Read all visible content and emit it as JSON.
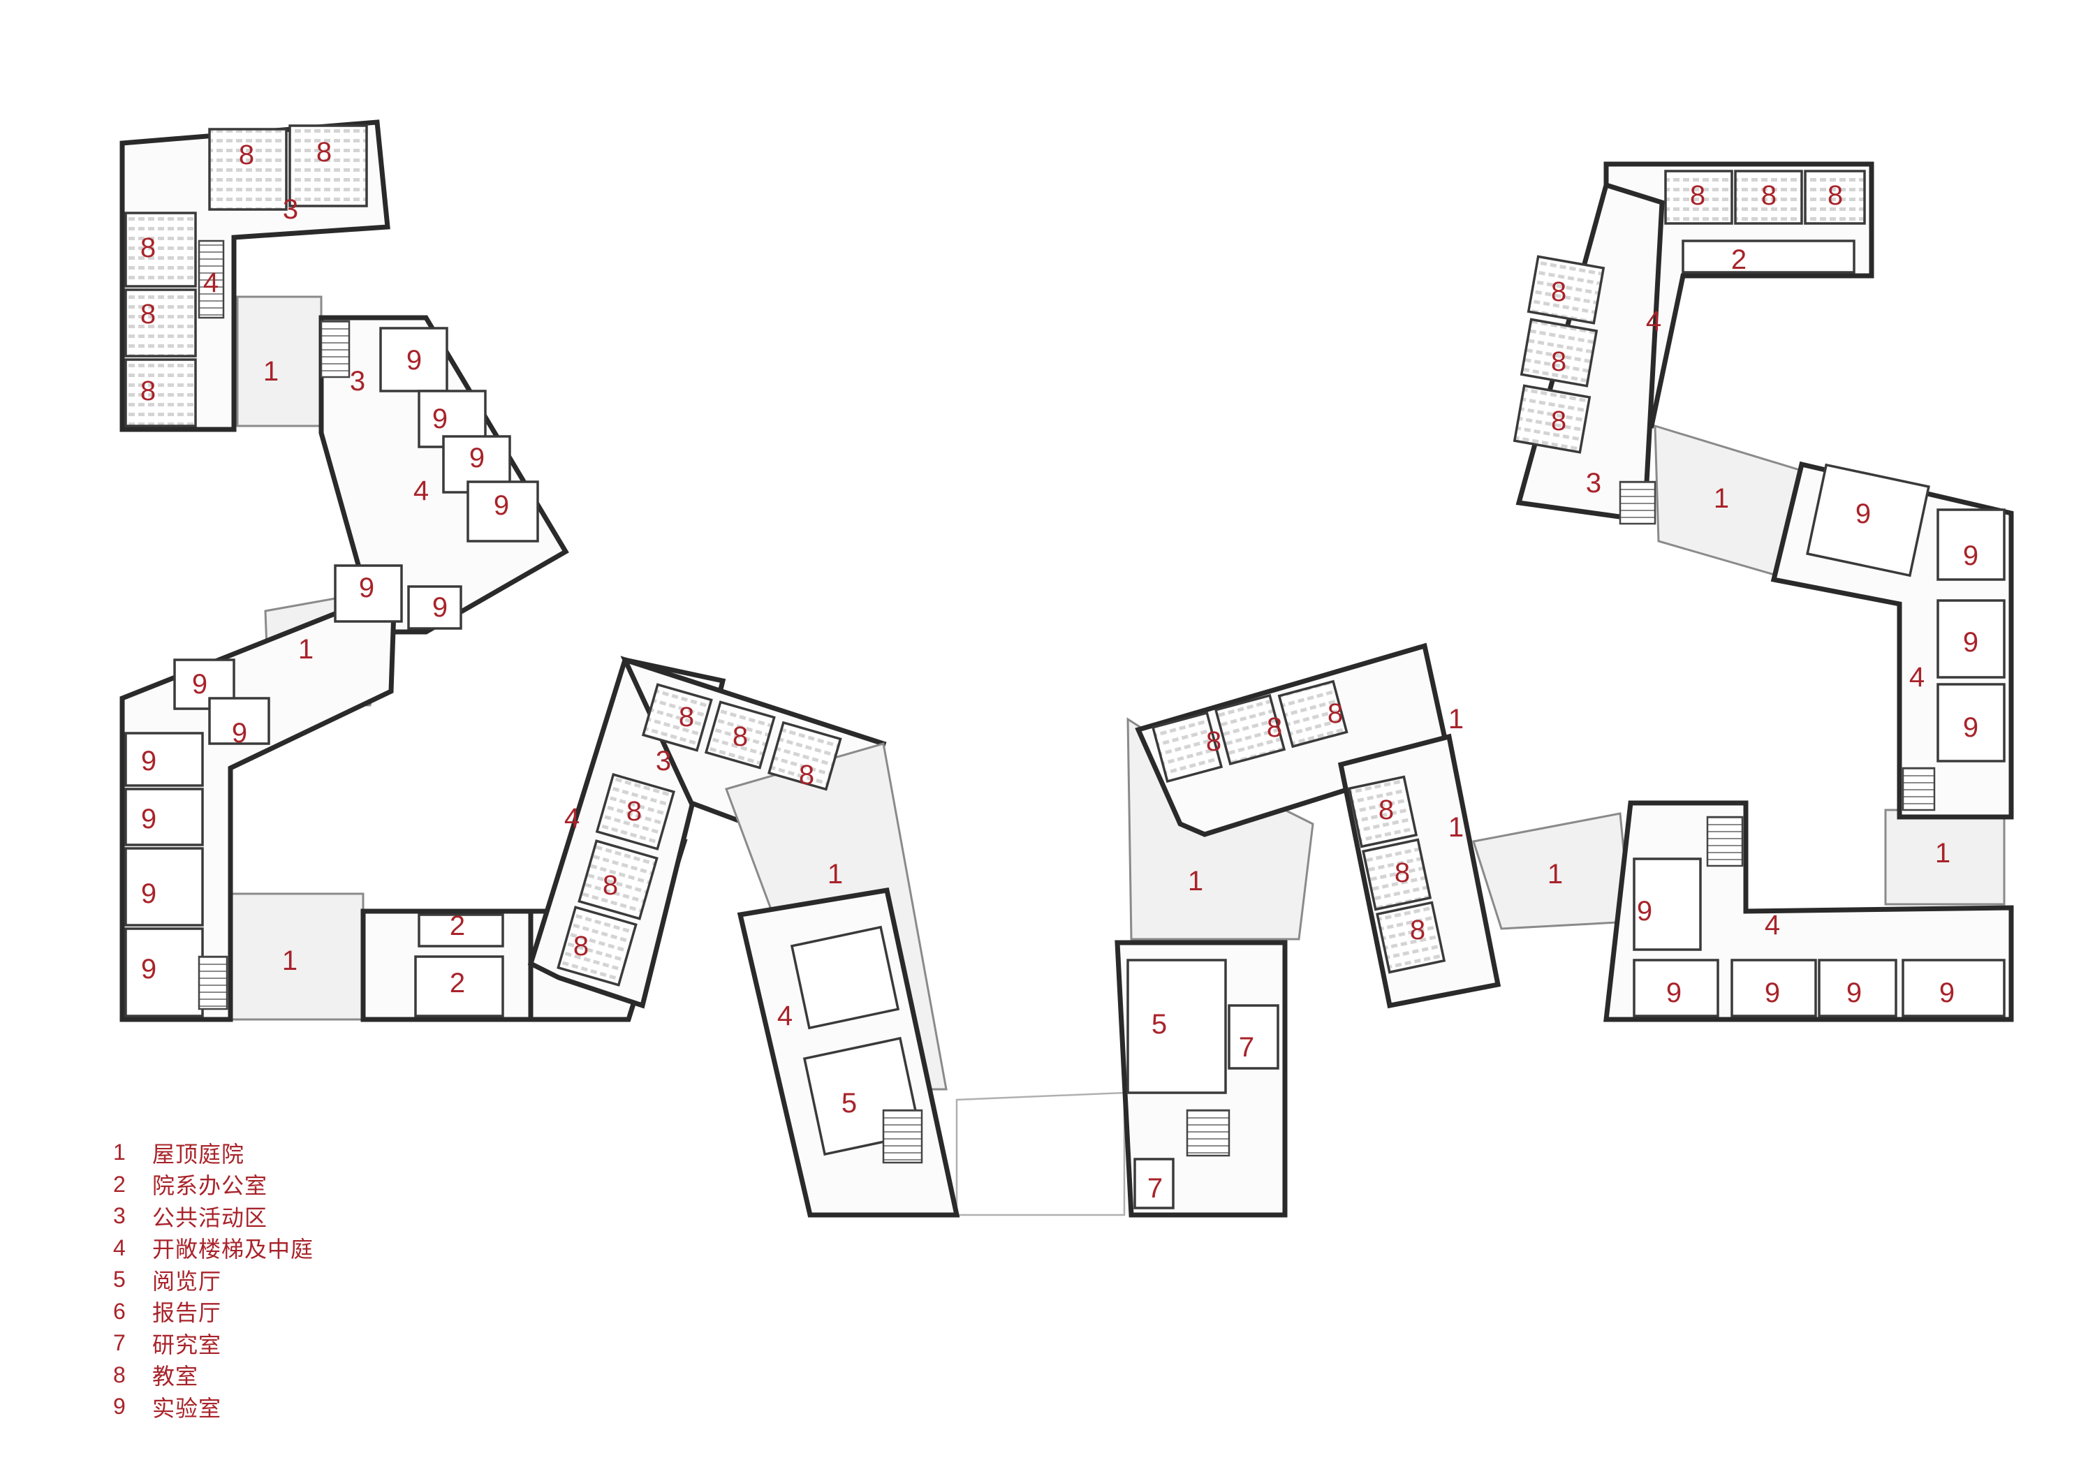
{
  "room_numbers": {
    "n1": "1",
    "n2": "2",
    "n3": "3",
    "n4": "4",
    "n5": "5",
    "n6": "6",
    "n7": "7",
    "n8": "8",
    "n9": "9"
  },
  "legend": [
    {
      "number": "1",
      "label": "屋顶庭院"
    },
    {
      "number": "2",
      "label": "院系办公室"
    },
    {
      "number": "3",
      "label": "公共活动区"
    },
    {
      "number": "4",
      "label": "开敞楼梯及中庭"
    },
    {
      "number": "5",
      "label": "阅览厅"
    },
    {
      "number": "6",
      "label": "报告厅"
    },
    {
      "number": "7",
      "label": "研究室"
    },
    {
      "number": "8",
      "label": "教室"
    },
    {
      "number": "9",
      "label": "实验室"
    }
  ],
  "colors": {
    "label_red": "#a8232a",
    "wall": "#2a2a2a",
    "background": "#ffffff"
  }
}
